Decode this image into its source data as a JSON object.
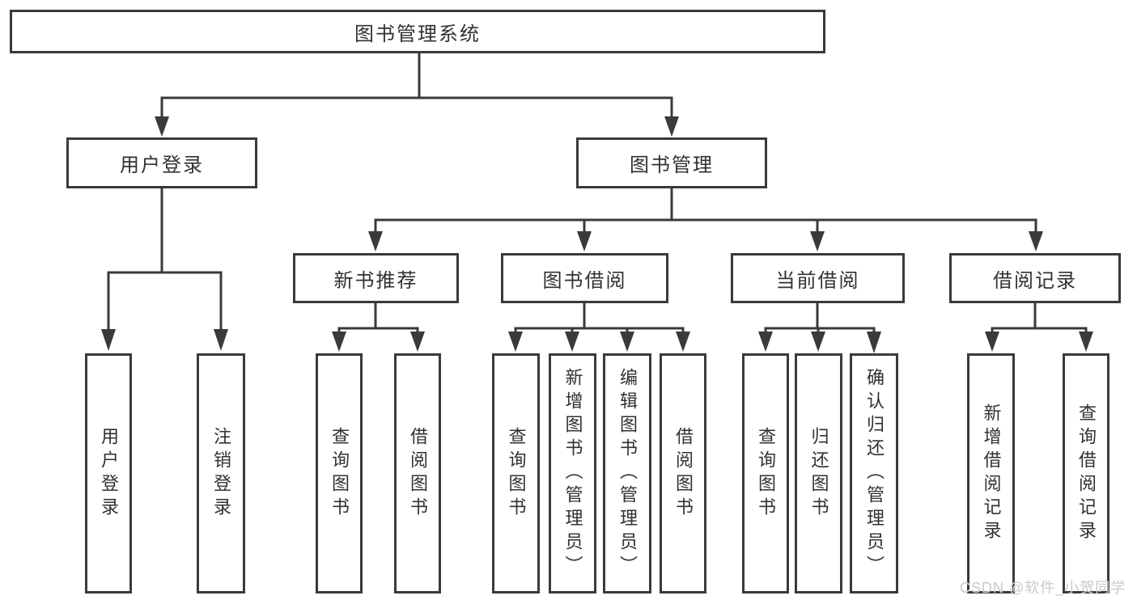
{
  "diagram": {
    "root": {
      "label": "图书管理系统"
    },
    "branches": [
      {
        "label": "用户登录",
        "children": [
          {
            "label": "用户登录"
          },
          {
            "label": "注销登录"
          }
        ]
      },
      {
        "label": "图书管理",
        "children": [
          {
            "label": "新书推荐",
            "children": [
              {
                "label": "查询图书"
              },
              {
                "label": "借阅图书"
              }
            ]
          },
          {
            "label": "图书借阅",
            "children": [
              {
                "label": "查询图书"
              },
              {
                "label": "新增图书（管理员）"
              },
              {
                "label": "编辑图书（管理员）"
              },
              {
                "label": "借阅图书"
              }
            ]
          },
          {
            "label": "当前借阅",
            "children": [
              {
                "label": "查询图书"
              },
              {
                "label": "归还图书"
              },
              {
                "label": "确认归还（管理员）"
              }
            ]
          },
          {
            "label": "借阅记录",
            "children": [
              {
                "label": "新增借阅记录"
              },
              {
                "label": "查询借阅记录"
              }
            ]
          }
        ]
      }
    ]
  },
  "watermark": {
    "text": "CSDN @软件_小贺同学"
  },
  "colors": {
    "line": "#3a3a3a",
    "text": "#313131",
    "watermark": "#c9c9c9",
    "background": "#ffffff"
  }
}
